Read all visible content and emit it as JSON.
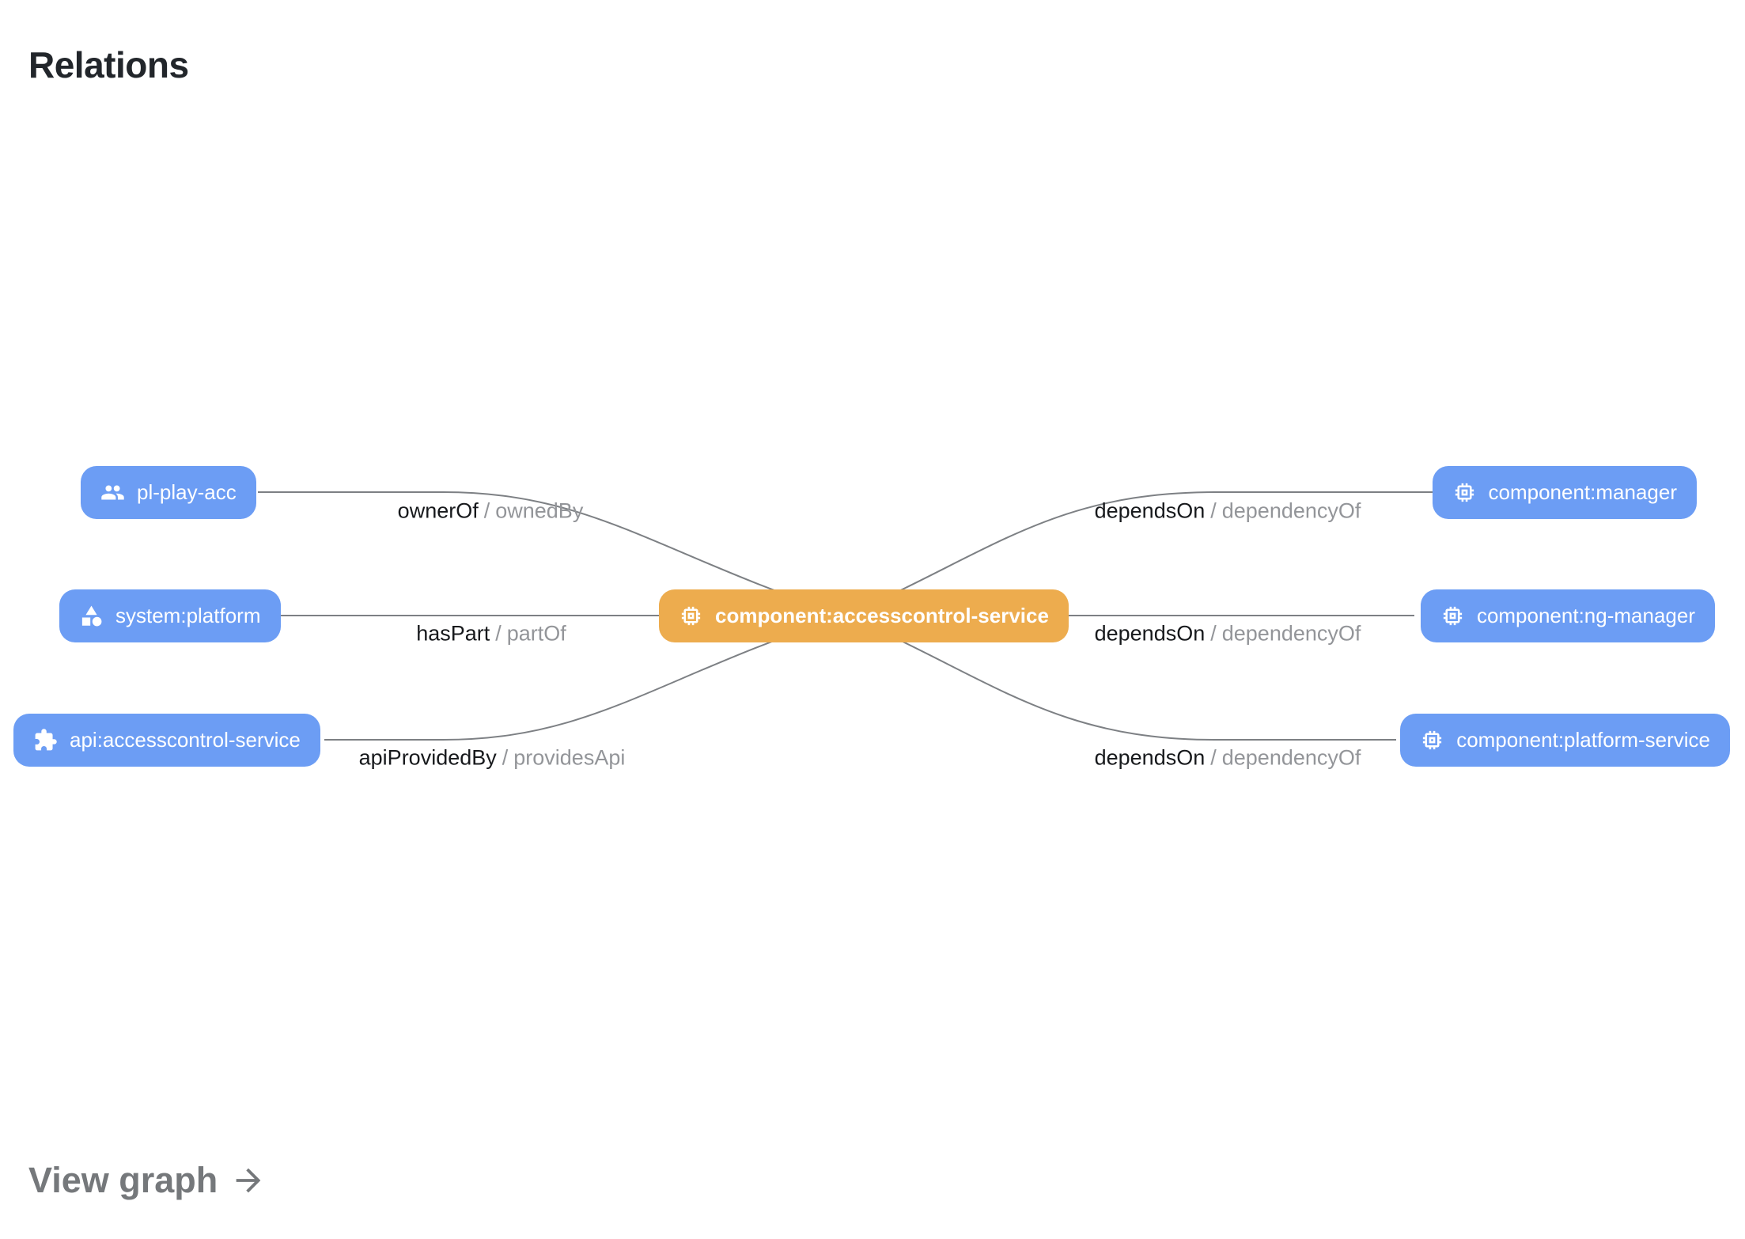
{
  "page": {
    "title": "Relations",
    "view_graph_label": "View graph"
  },
  "colors": {
    "node_blue": "#6c9df4",
    "node_orange": "#edac4e",
    "edge_line": "#7d8084",
    "edge_label_primary": "#17191c",
    "edge_label_secondary": "#939599",
    "title_text": "#22262b",
    "view_graph_text": "#75787b"
  },
  "graph": {
    "edge_separator": "/",
    "center_node": {
      "label": "component:accesscontrol-service",
      "icon": "memory-chip-icon"
    },
    "left_nodes": [
      {
        "label": "pl-play-acc",
        "icon": "group-icon"
      },
      {
        "label": "system:platform",
        "icon": "category-icon"
      },
      {
        "label": "api:accesscontrol-service",
        "icon": "extension-puzzle-icon"
      }
    ],
    "right_nodes": [
      {
        "label": "component:manager",
        "icon": "memory-chip-icon"
      },
      {
        "label": "component:ng-manager",
        "icon": "memory-chip-icon"
      },
      {
        "label": "component:platform-service",
        "icon": "memory-chip-icon"
      }
    ],
    "edges": [
      {
        "relation": "ownerOf",
        "inverse": "ownedBy"
      },
      {
        "relation": "hasPart",
        "inverse": "partOf"
      },
      {
        "relation": "apiProvidedBy",
        "inverse": "providesApi"
      },
      {
        "relation": "dependsOn",
        "inverse": "dependencyOf"
      },
      {
        "relation": "dependsOn",
        "inverse": "dependencyOf"
      },
      {
        "relation": "dependsOn",
        "inverse": "dependencyOf"
      }
    ]
  }
}
